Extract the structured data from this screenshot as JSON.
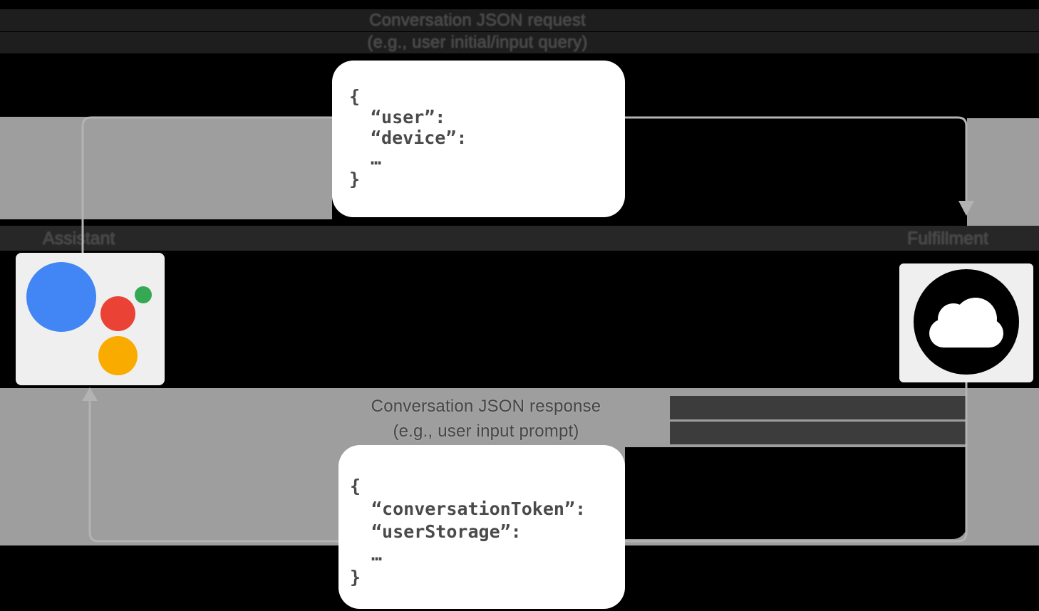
{
  "titles": {
    "request_line1": "Conversation JSON request",
    "request_line2": "(e.g., user initial/input query)",
    "response_line1": "Conversation JSON response",
    "response_line2": "(e.g., user input prompt)"
  },
  "actors": {
    "assistant_label": "Assistant",
    "fulfillment_label": "Fulfillment"
  },
  "request_json": {
    "lines": [
      "{",
      "“user”:",
      "“device”:",
      "…",
      "}"
    ]
  },
  "response_json": {
    "lines": [
      "{",
      "“conversationToken”:",
      "“userStorage”:",
      "…",
      "}"
    ]
  },
  "icons": {
    "assistant_logo": "google-assistant-logo",
    "fulfillment_logo": "cloud-icon",
    "request_arrow": "arrow-right-down",
    "response_arrow": "arrow-left-up"
  },
  "colors": {
    "background": "#000000",
    "panel_gray": "#9e9e9e",
    "arrow_gray": "#b3b3b3",
    "box_white": "#ffffff",
    "card_gray": "#efefef",
    "text_dark": "#454545",
    "assistant_blue": "#4285f4",
    "assistant_red": "#ea4335",
    "assistant_green": "#34a853",
    "assistant_yellow": "#f9ab00"
  }
}
